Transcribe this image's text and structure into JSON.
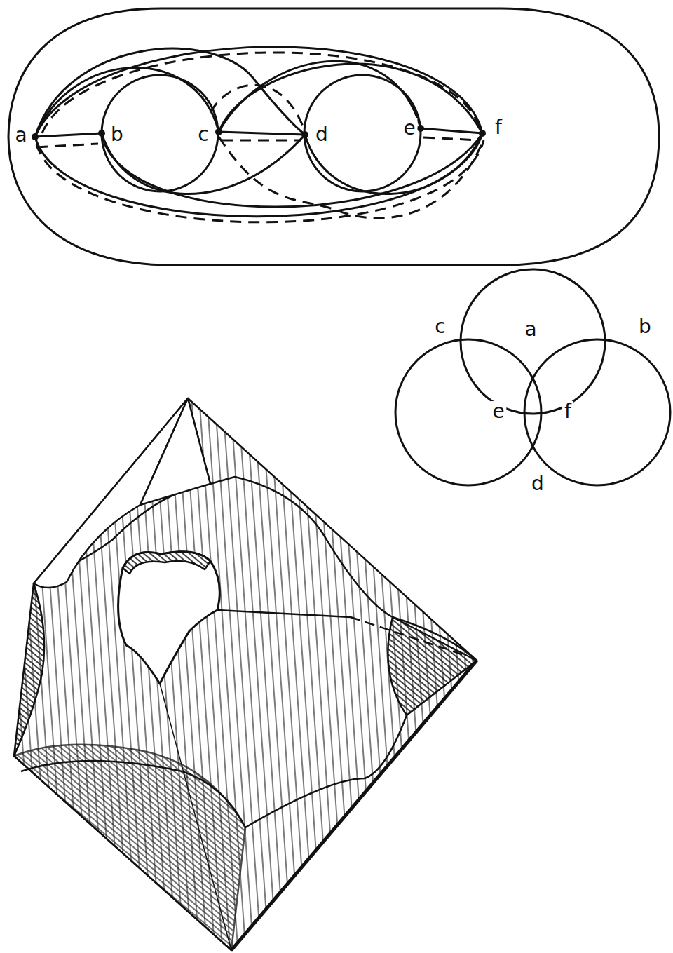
{
  "diagram": {
    "labels": [
      "a",
      "b",
      "c",
      "d",
      "e",
      "f",
      "c",
      "a",
      "b",
      "e",
      "f",
      "d"
    ]
  }
}
